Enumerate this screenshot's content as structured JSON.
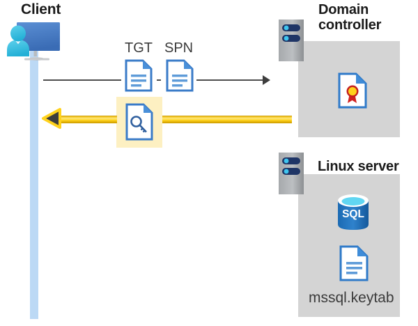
{
  "diagram": {
    "title": "Kerberos authentication flow between client, domain controller and Linux server",
    "type": "sequence-diagram"
  },
  "client": {
    "title": "Client",
    "icon": "workstation-user-icon",
    "lifeline_color": "#bcd9f5"
  },
  "domain_controller": {
    "title_line1": "Domain",
    "title_line2": "controller",
    "icon": "server-rack-icon",
    "panel_color": "#d4d4d4",
    "contents": [
      {
        "icon": "certificate-document-icon",
        "label": ""
      }
    ]
  },
  "linux_server": {
    "title": "Linux server",
    "icon": "server-rack-icon",
    "panel_color": "#d4d4d4",
    "contents": [
      {
        "icon": "sql-database-icon",
        "label": "SQL"
      },
      {
        "icon": "document-icon",
        "label": "mssql.keytab"
      }
    ]
  },
  "flows": [
    {
      "name": "request",
      "direction": "client-to-domain-controller",
      "style": "thin-grey-arrow",
      "color": "#4d4d4d",
      "artifacts": [
        {
          "label": "TGT",
          "icon": "document-icon"
        },
        {
          "label": "SPN",
          "icon": "document-icon"
        }
      ]
    },
    {
      "name": "response",
      "direction": "domain-controller-to-client",
      "style": "thick-yellow-arrow",
      "color": "#ffd21c",
      "highlighted": true,
      "highlight_color": "#fdf0c2",
      "artifacts": [
        {
          "label": "",
          "icon": "key-document-icon"
        }
      ]
    }
  ],
  "labels": {
    "tgt": "TGT",
    "spn": "SPN",
    "keytab": "mssql.keytab",
    "sql": "SQL"
  }
}
